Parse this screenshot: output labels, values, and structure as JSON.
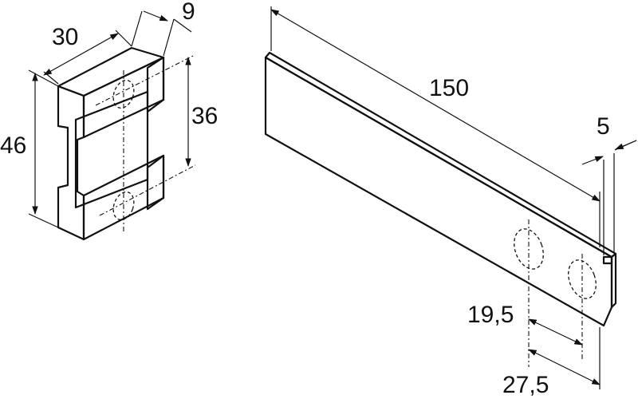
{
  "colors": {
    "background": "#ffffff",
    "outline": "#111111",
    "part_face": "#cfcfcf",
    "part_top": "#e6e6e6",
    "part_side": "#9a9a9a",
    "part_recess": "#8a8a8a",
    "bar_face": "#d4d4d4",
    "bar_edge": "#8c8c8c"
  },
  "dimensions": {
    "block_width": "30",
    "block_depth": "9",
    "block_height": "46",
    "hole_spacing": "36",
    "bar_length": "150",
    "bar_thickness": "5",
    "hole_offset_1": "19,5",
    "hole_offset_2": "27,5"
  }
}
